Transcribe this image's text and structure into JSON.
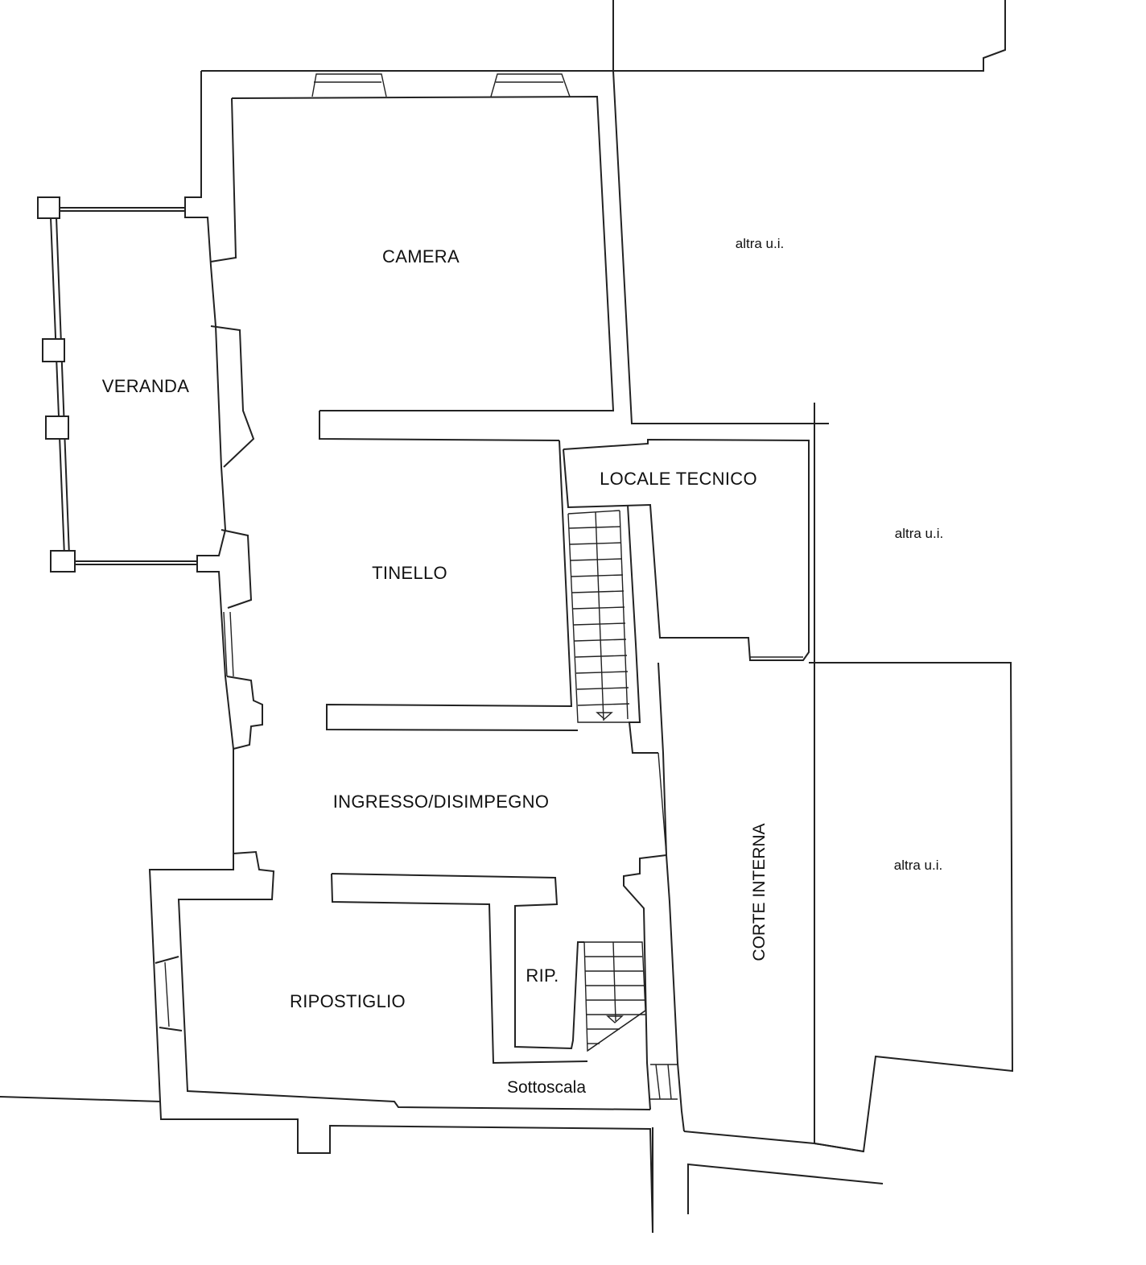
{
  "rooms": {
    "camera": "CAMERA",
    "veranda": "VERANDA",
    "tinello": "TINELLO",
    "locale_tecnico": "LOCALE TECNICO",
    "ingresso": "INGRESSO/DISIMPEGNO",
    "ripostiglio": "RIPOSTIGLIO",
    "rip": "RIP.",
    "sottoscala": "Sottoscala",
    "corte_interna": "CORTE INTERNA"
  },
  "neighbors": {
    "top": "altra u.i.",
    "middle": "altra u.i.",
    "bottom": "altra u.i."
  },
  "colors": {
    "line": "#222222",
    "background": "#ffffff"
  }
}
